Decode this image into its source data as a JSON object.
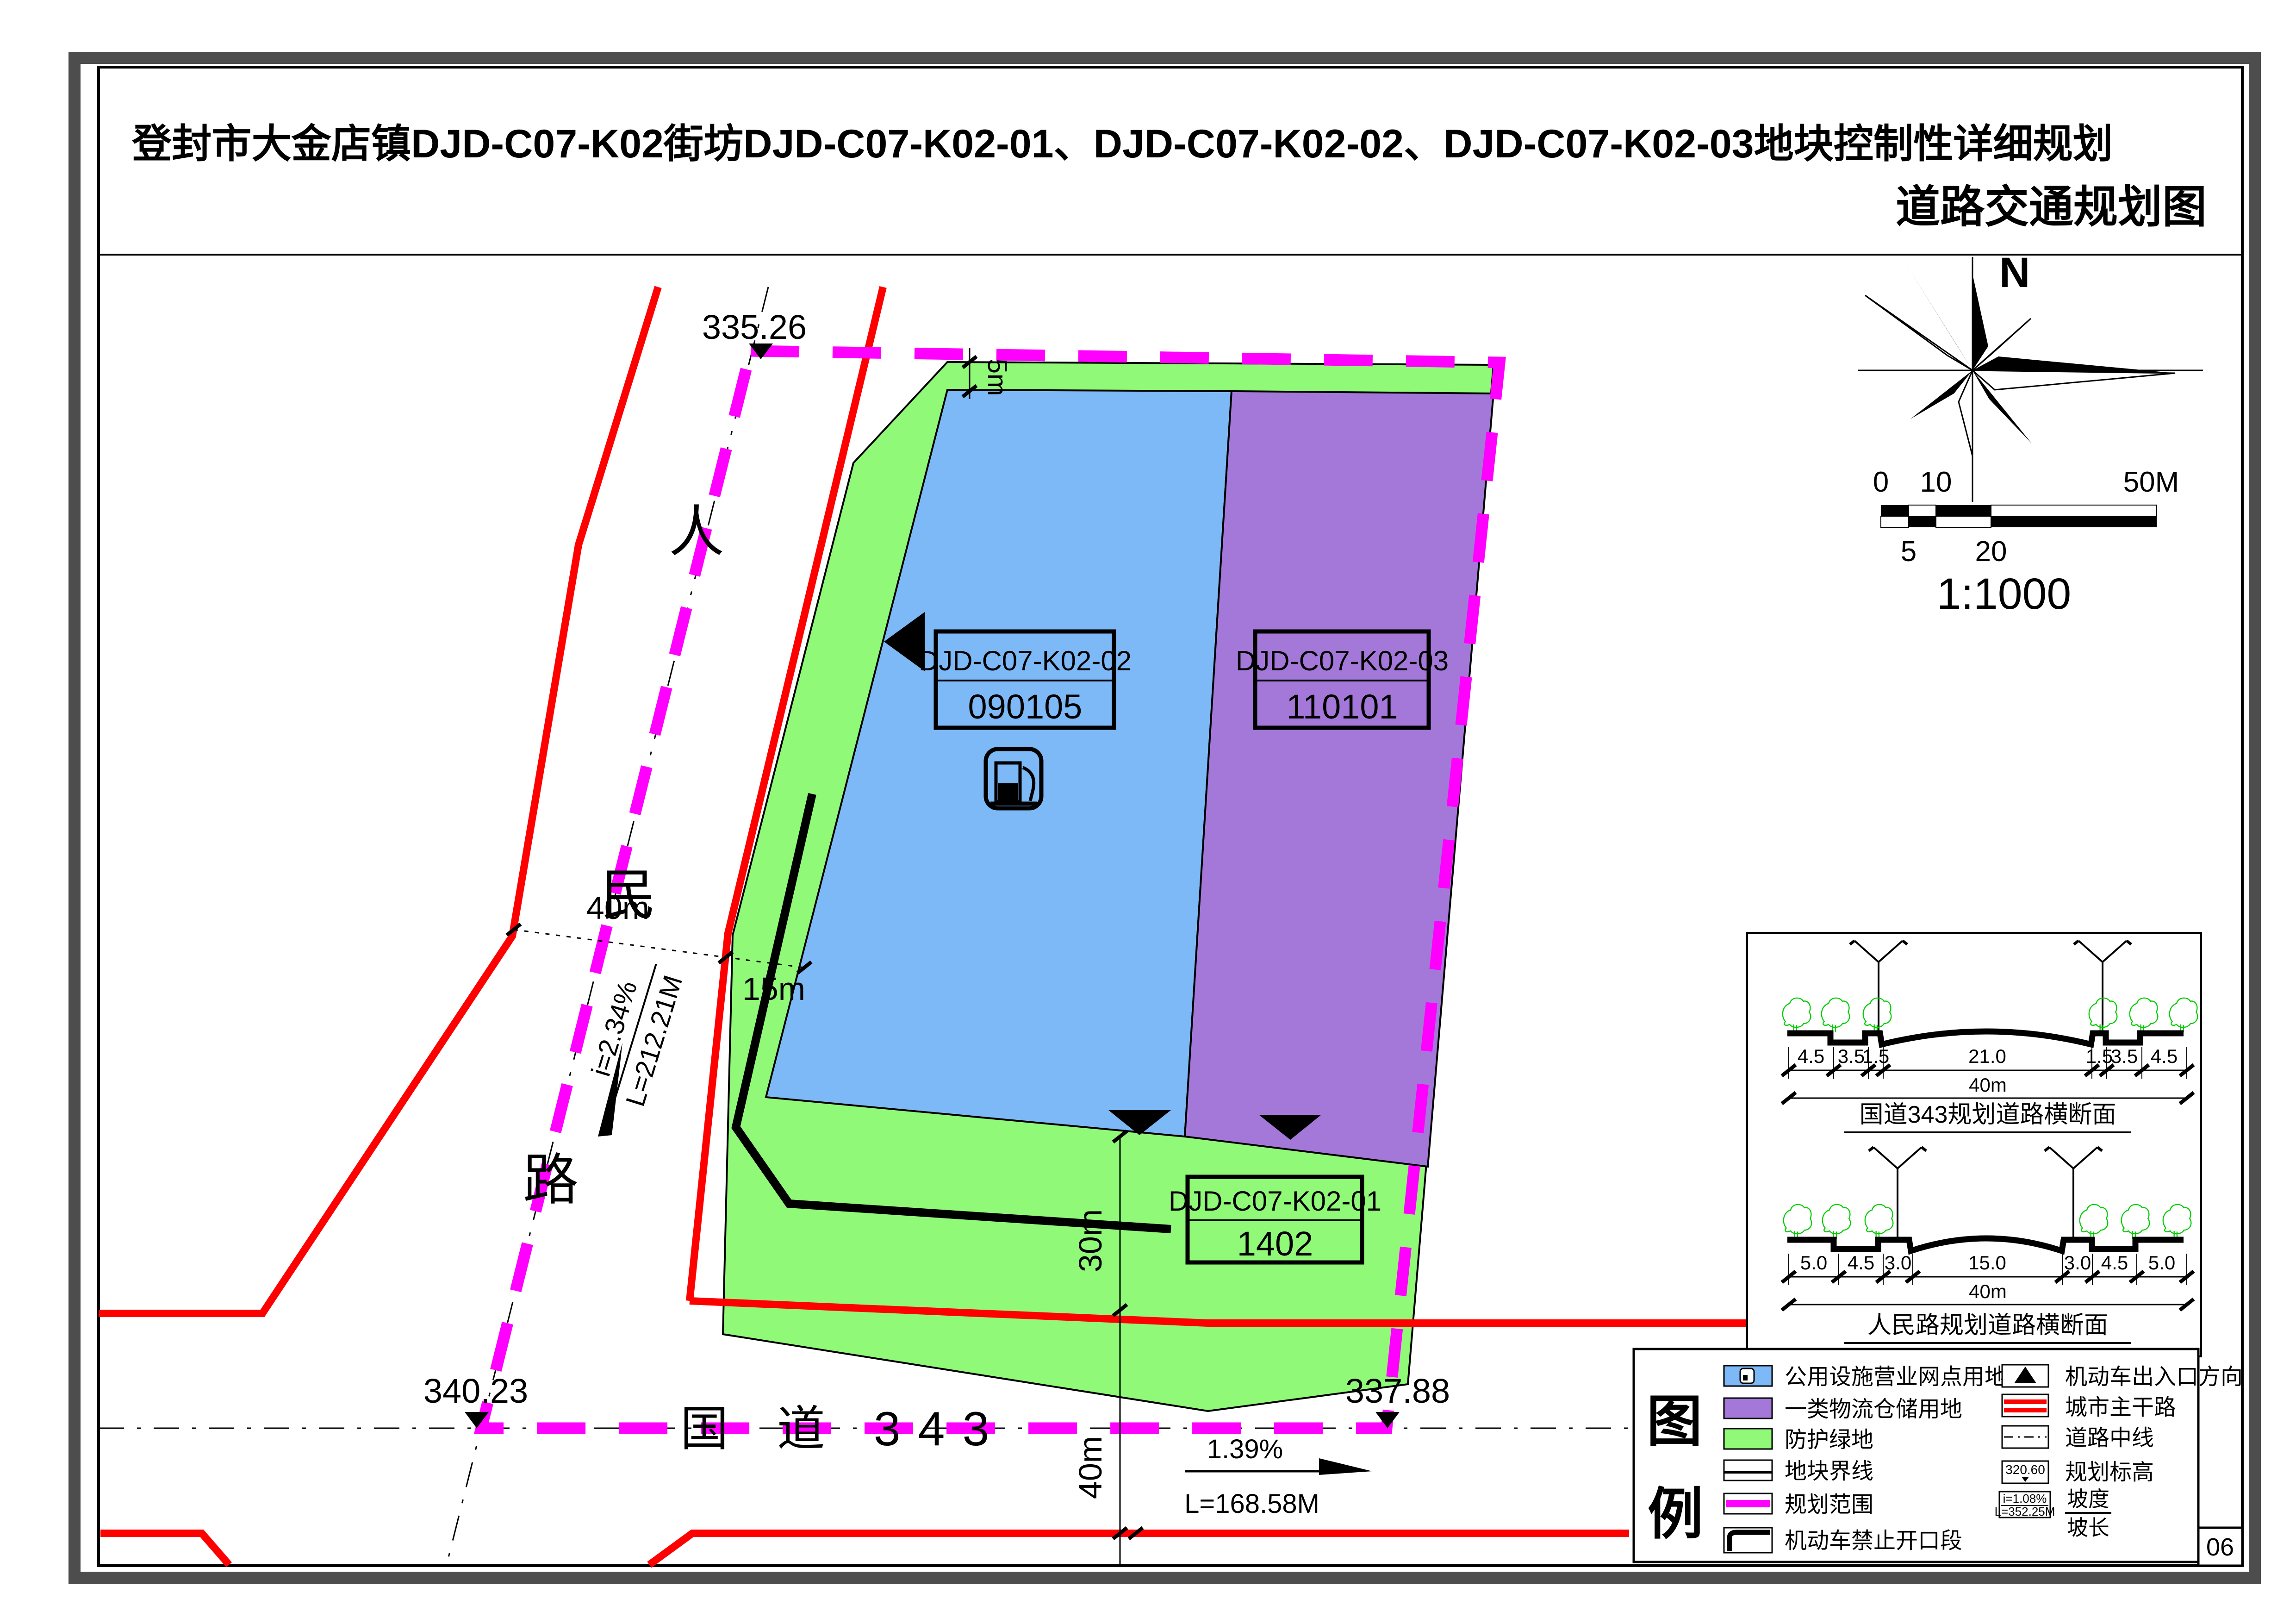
{
  "page": {
    "title": "登封市大金店镇DJD-C07-K02街坊DJD-C07-K02-01、DJD-C07-K02-02、DJD-C07-K02-03地块控制性详细规划",
    "subtitle": "道路交通规划图",
    "page_number": "06"
  },
  "colors": {
    "utility_blue": "#7EB9F7",
    "logistics_purple": "#A478D8",
    "buffer_green": "#90FA78",
    "boundary_magenta": "#FF00FF",
    "road_red": "#FF0000"
  },
  "parcels": [
    {
      "code": "DJD-C07-K02-02",
      "number": "090105",
      "land_use": "公用设施营业网点用地"
    },
    {
      "code": "DJD-C07-K02-03",
      "number": "110101",
      "land_use": "一类物流仓储用地"
    },
    {
      "code": "DJD-C07-K02-01",
      "number": "1402",
      "land_use": "防护绿地"
    }
  ],
  "roads": {
    "renmin": {
      "name_chars": [
        "人",
        "民",
        "路"
      ],
      "slope": "i=2.34%",
      "length": "L=212.21M"
    },
    "guodao": {
      "name": "国 道 343",
      "slope": "1.39%",
      "length": "L=168.58M"
    }
  },
  "elevations": {
    "nw": "335.26",
    "sw": "340.23",
    "se": "337.88"
  },
  "dims": {
    "road_width": "40m",
    "green_west": "15m",
    "green_south": "30m",
    "guodao_width": "40m",
    "green_north": "5m"
  },
  "north_label": "N",
  "scalebar": {
    "ticks_above": [
      "0",
      "10",
      "50M"
    ],
    "ticks_below": [
      "5",
      "20"
    ],
    "ratio": "1:1000"
  },
  "xsections": [
    {
      "title": "国道343规划道路横断面",
      "dims": [
        "4.5",
        "3.5",
        "1.5",
        "21.0",
        "1.5",
        "3.5",
        "4.5"
      ],
      "total": "40m"
    },
    {
      "title": "人民路规划道路横断面",
      "dims": [
        "5.0",
        "4.5",
        "3.0",
        "15.0",
        "3.0",
        "4.5",
        "5.0"
      ],
      "total": "40m"
    }
  ],
  "legend": {
    "title": [
      "图",
      "例"
    ],
    "left": [
      {
        "label": "公用设施营业网点用地"
      },
      {
        "label": "一类物流仓储用地"
      },
      {
        "label": "防护绿地"
      },
      {
        "label": "地块界线"
      },
      {
        "label": "规划范围"
      },
      {
        "label": "机动车禁止开口段"
      }
    ],
    "right": [
      {
        "label": "机动车出入口方向"
      },
      {
        "label": "城市主干路"
      },
      {
        "label": "道路中线"
      },
      {
        "label": "规划标高",
        "sample": "320.60"
      },
      {
        "label_top": "坡度",
        "label_bottom": "坡长",
        "sample_slope": "i=1.08%",
        "sample_length": "L=352.25M"
      }
    ]
  }
}
